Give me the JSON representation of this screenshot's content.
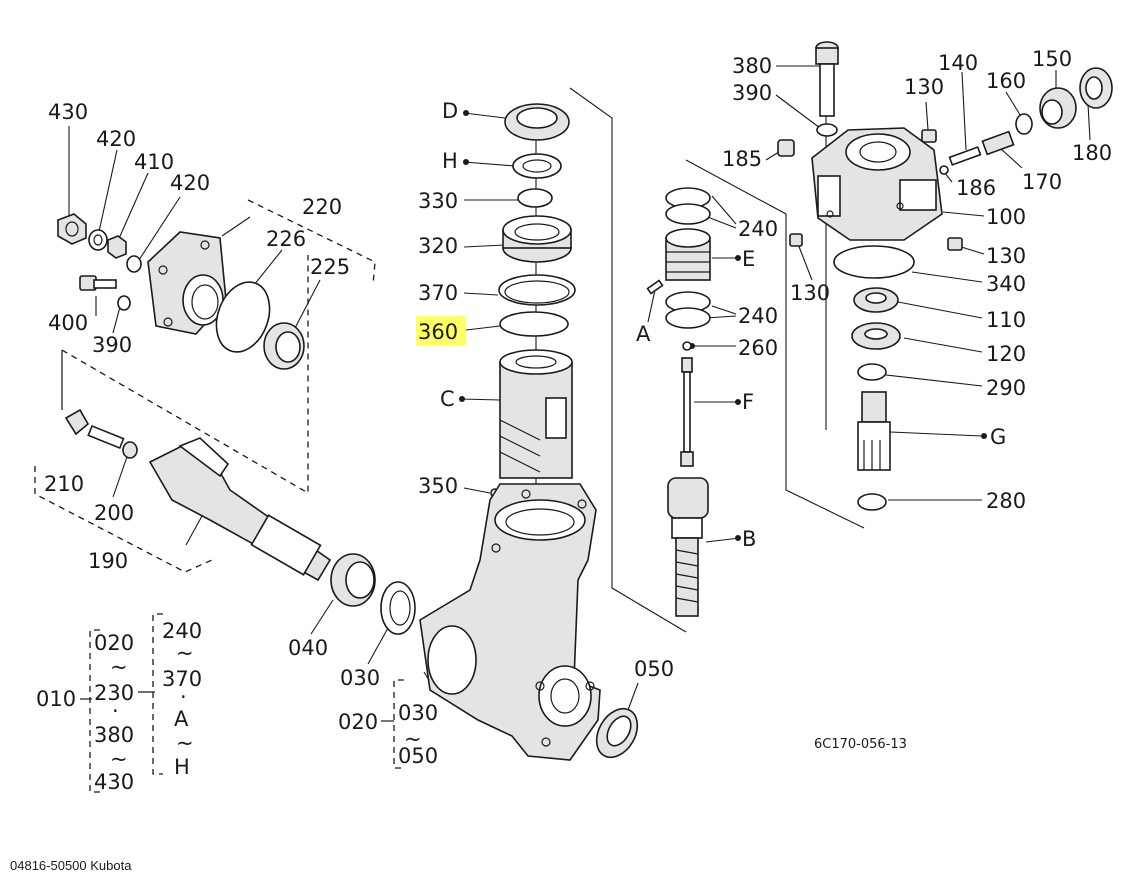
{
  "labels": {
    "l430": "430",
    "l420a": "420",
    "l410": "410",
    "l420b": "420",
    "l400": "400",
    "l390a": "390",
    "l220": "220",
    "l226": "226",
    "l225": "225",
    "l210": "210",
    "l200": "200",
    "l190": "190",
    "l040": "040",
    "l030": "030",
    "l020": "020",
    "l030b": "030",
    "l050b": "050",
    "l050": "050",
    "lD": "D",
    "lH": "H",
    "l330": "330",
    "l320": "320",
    "l370": "370",
    "l360": "360",
    "lC": "C",
    "l350": "350",
    "l240a": "240",
    "lE": "E",
    "l240b": "240",
    "lA": "A",
    "l260": "260",
    "lF": "F",
    "lB": "B",
    "l380": "380",
    "l390b": "390",
    "l185": "185",
    "l130a": "130",
    "l140": "140",
    "l160": "160",
    "l150": "150",
    "l180": "180",
    "l186": "186",
    "l170": "170",
    "l100": "100",
    "l130b": "130",
    "l130c": "130",
    "l340": "340",
    "l110": "110",
    "l120": "120",
    "l290": "290",
    "lG": "G",
    "l280": "280"
  },
  "legend": {
    "root": "010",
    "group1": [
      "020",
      "~",
      "230",
      "·",
      "380",
      "~",
      "430"
    ],
    "group2": [
      "240",
      "~",
      "370",
      "·",
      "A",
      "~",
      "H"
    ]
  },
  "drawing_code": "6C170-056-13",
  "caption": "04816-50500 Kubota",
  "highlight": {
    "label": "360",
    "color": "#ffff66"
  }
}
